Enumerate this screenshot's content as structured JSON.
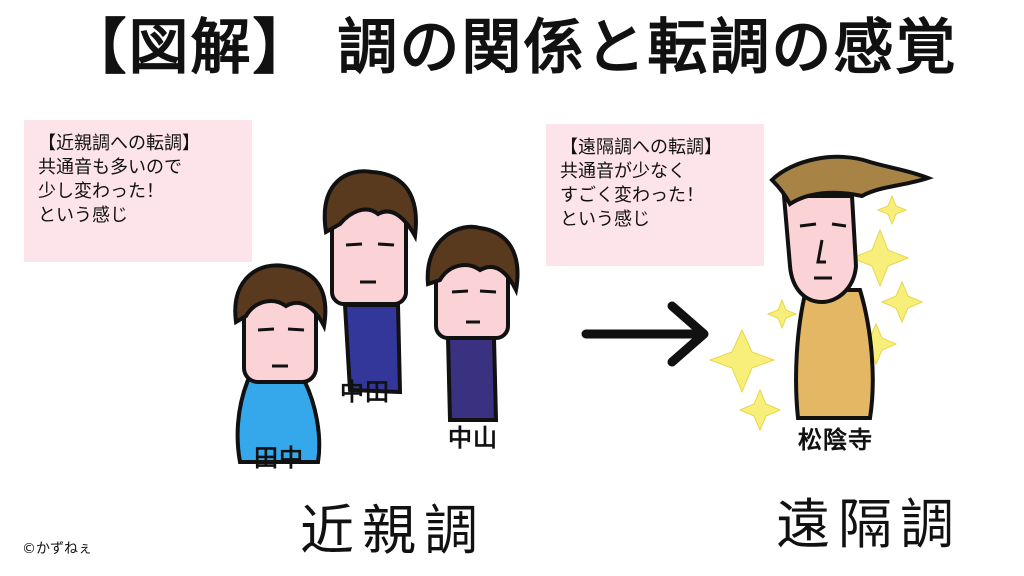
{
  "title": "【図解】 調の関係と転調の感覚",
  "left_note": {
    "lines": [
      "【近親調への転調】",
      "共通音も多いので",
      "少し変わった！",
      "という感じ"
    ]
  },
  "right_note": {
    "lines": [
      "【遠隔調への転調】",
      "共通音が少なく",
      "すごく変わった！",
      "という感じ"
    ]
  },
  "characters": {
    "tanaka": "田中",
    "nakata": "中田",
    "nakayama": "中山",
    "shouinji": "松陰寺"
  },
  "captions": {
    "near": "近親調",
    "far": "遠隔調"
  },
  "credit": "©かずねぇ",
  "colors": {
    "note_bg": "#fde3ea",
    "skin": "#fbd3d6",
    "hair": "#5a3a1e",
    "shirt_light_blue": "#35a8ec",
    "shirt_dark_blue": "#33379a",
    "shirt_indigo": "#3a3180",
    "blond_hair": "#a88346",
    "gold_shirt": "#e4b764",
    "sparkle": "#f7ef7a"
  },
  "icons": [
    "right-arrow-icon",
    "sparkle-icon"
  ]
}
